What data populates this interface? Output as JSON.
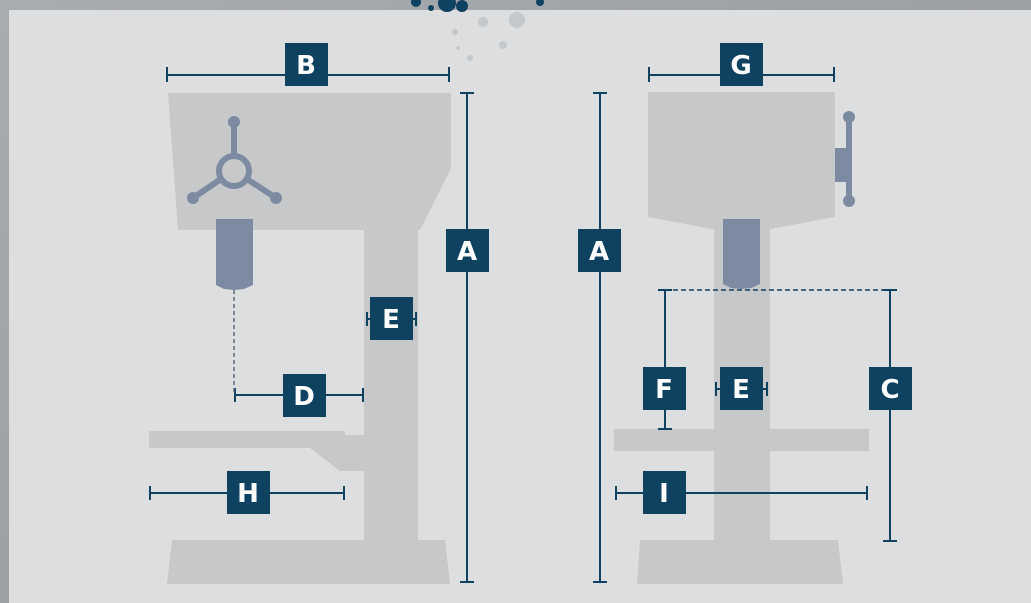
{
  "colors": {
    "panel": "#dcdedf",
    "machine": "#c6c8ca",
    "spindle": "#7d8ba2",
    "accent": "#0f4161",
    "label_text": "#ffffff"
  },
  "front_view": {
    "labels": {
      "A": "A",
      "B": "B",
      "D": "D",
      "E": "E",
      "H": "H"
    }
  },
  "side_view": {
    "labels": {
      "A": "A",
      "C": "C",
      "E": "E",
      "F": "F",
      "G": "G",
      "I": "I"
    }
  }
}
